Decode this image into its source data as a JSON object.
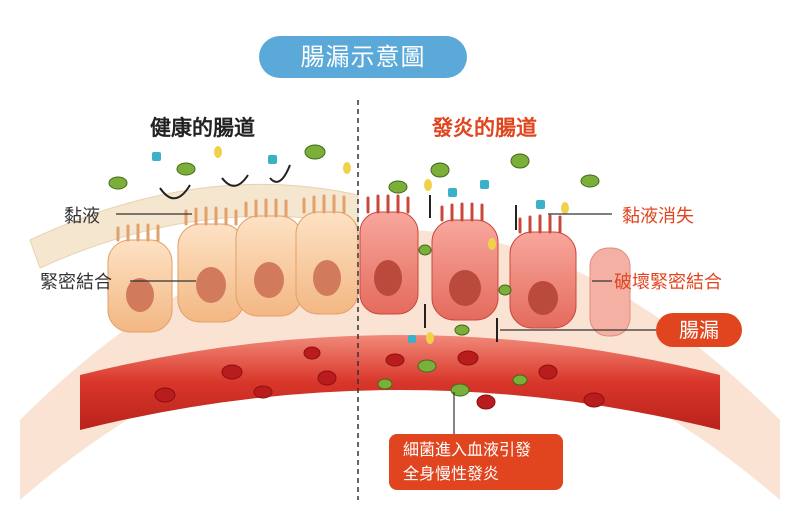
{
  "title": "腸漏示意圖",
  "healthy": {
    "heading": "健康的腸道",
    "labels": {
      "mucus": "黏液",
      "tight_junction": "緊密結合"
    }
  },
  "inflamed": {
    "heading": "發炎的腸道",
    "labels": {
      "mucus_lost": "黏液消失",
      "junction_broken": "破壞緊密結合",
      "leaky_gut": "腸漏"
    },
    "callout": {
      "line1": "細菌進入血液引發",
      "line2": "全身慢性發炎"
    }
  },
  "colors": {
    "title_bg": "#5aa9d8",
    "accent_red": "#e0451f",
    "healthy_cell": "#f6c89a",
    "inflamed_cell": "#ea7a6e",
    "blood_vessel": "#d9362a",
    "mucus": "#f5e6cf"
  }
}
